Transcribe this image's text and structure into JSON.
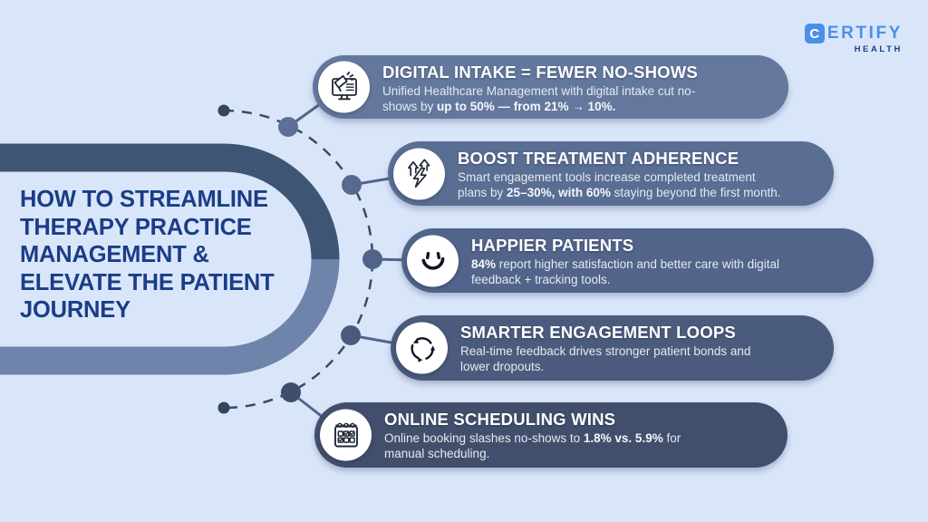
{
  "logo": {
    "badge_letter": "C",
    "word_rest": "ERTIFY",
    "subtitle": "HEALTH"
  },
  "title": {
    "lines": [
      "HOW TO STREAMLINE",
      "THERAPY PRACTICE",
      "MANAGEMENT &",
      "ELEVATE THE PATIENT",
      "JOURNEY"
    ]
  },
  "cards": [
    {
      "icon": "monitor-megaphone-icon",
      "title": "DIGITAL INTAKE = FEWER NO-SHOWS",
      "color": "#64789d",
      "body": [
        {
          "t": "Unified Healthcare Management with digital intake cut no-"
        },
        {
          "br": true
        },
        {
          "t": "shows by "
        },
        {
          "t": "up to 50% — from 21% → 10%.",
          "b": true
        }
      ]
    },
    {
      "icon": "growth-arrows-bolt-icon",
      "title": "BOOST TREATMENT ADHERENCE",
      "color": "#5a6d92",
      "body": [
        {
          "t": "Smart engagement tools increase completed treatment"
        },
        {
          "br": true
        },
        {
          "t": "plans by "
        },
        {
          "t": "25–30%, with 60%",
          "b": true
        },
        {
          "t": " staying beyond the first month."
        }
      ]
    },
    {
      "icon": "smiley-face-icon",
      "title": "HAPPIER PATIENTS",
      "color": "#52648a",
      "body": [
        {
          "t": "84%",
          "b": true
        },
        {
          "t": " report higher satisfaction and better care with digital"
        },
        {
          "br": true
        },
        {
          "t": "feedback + tracking tools."
        }
      ]
    },
    {
      "icon": "cycle-arrows-icon",
      "title": "SMARTER ENGAGEMENT LOOPS",
      "color": "#4b5b7d",
      "body": [
        {
          "t": "Real-time feedback drives stronger patient bonds and"
        },
        {
          "br": true
        },
        {
          "t": "lower dropouts."
        }
      ]
    },
    {
      "icon": "calendar-check-icon",
      "title": "ONLINE SCHEDULING WINS",
      "color": "#424f6c",
      "body": [
        {
          "t": "Online booking slashes no-shows to "
        },
        {
          "t": "1.8% vs. 5.9%",
          "b": true
        },
        {
          "t": " for"
        },
        {
          "br": true
        },
        {
          "t": "manual scheduling."
        }
      ]
    }
  ],
  "palette": {
    "background": "#d9e6fa",
    "headline_text": "#1b3d87",
    "arc_top": "#3f5574",
    "arc_bottom": "#6e84ab",
    "dashed_line": "#3a4a66",
    "endpoint_dot": "#35445f",
    "connector_line": "#51658b",
    "node_dots": [
      "#5d7197",
      "#57698f",
      "#516389",
      "#4a597c",
      "#404e6b"
    ],
    "card_title_text": "#ffffff",
    "card_body_text": "#e4eaf3",
    "icon_ink": "#1f2937",
    "icon_background": "#ffffff",
    "logo_blue": "#4a90e8",
    "logo_navy": "#1c3e8c"
  }
}
